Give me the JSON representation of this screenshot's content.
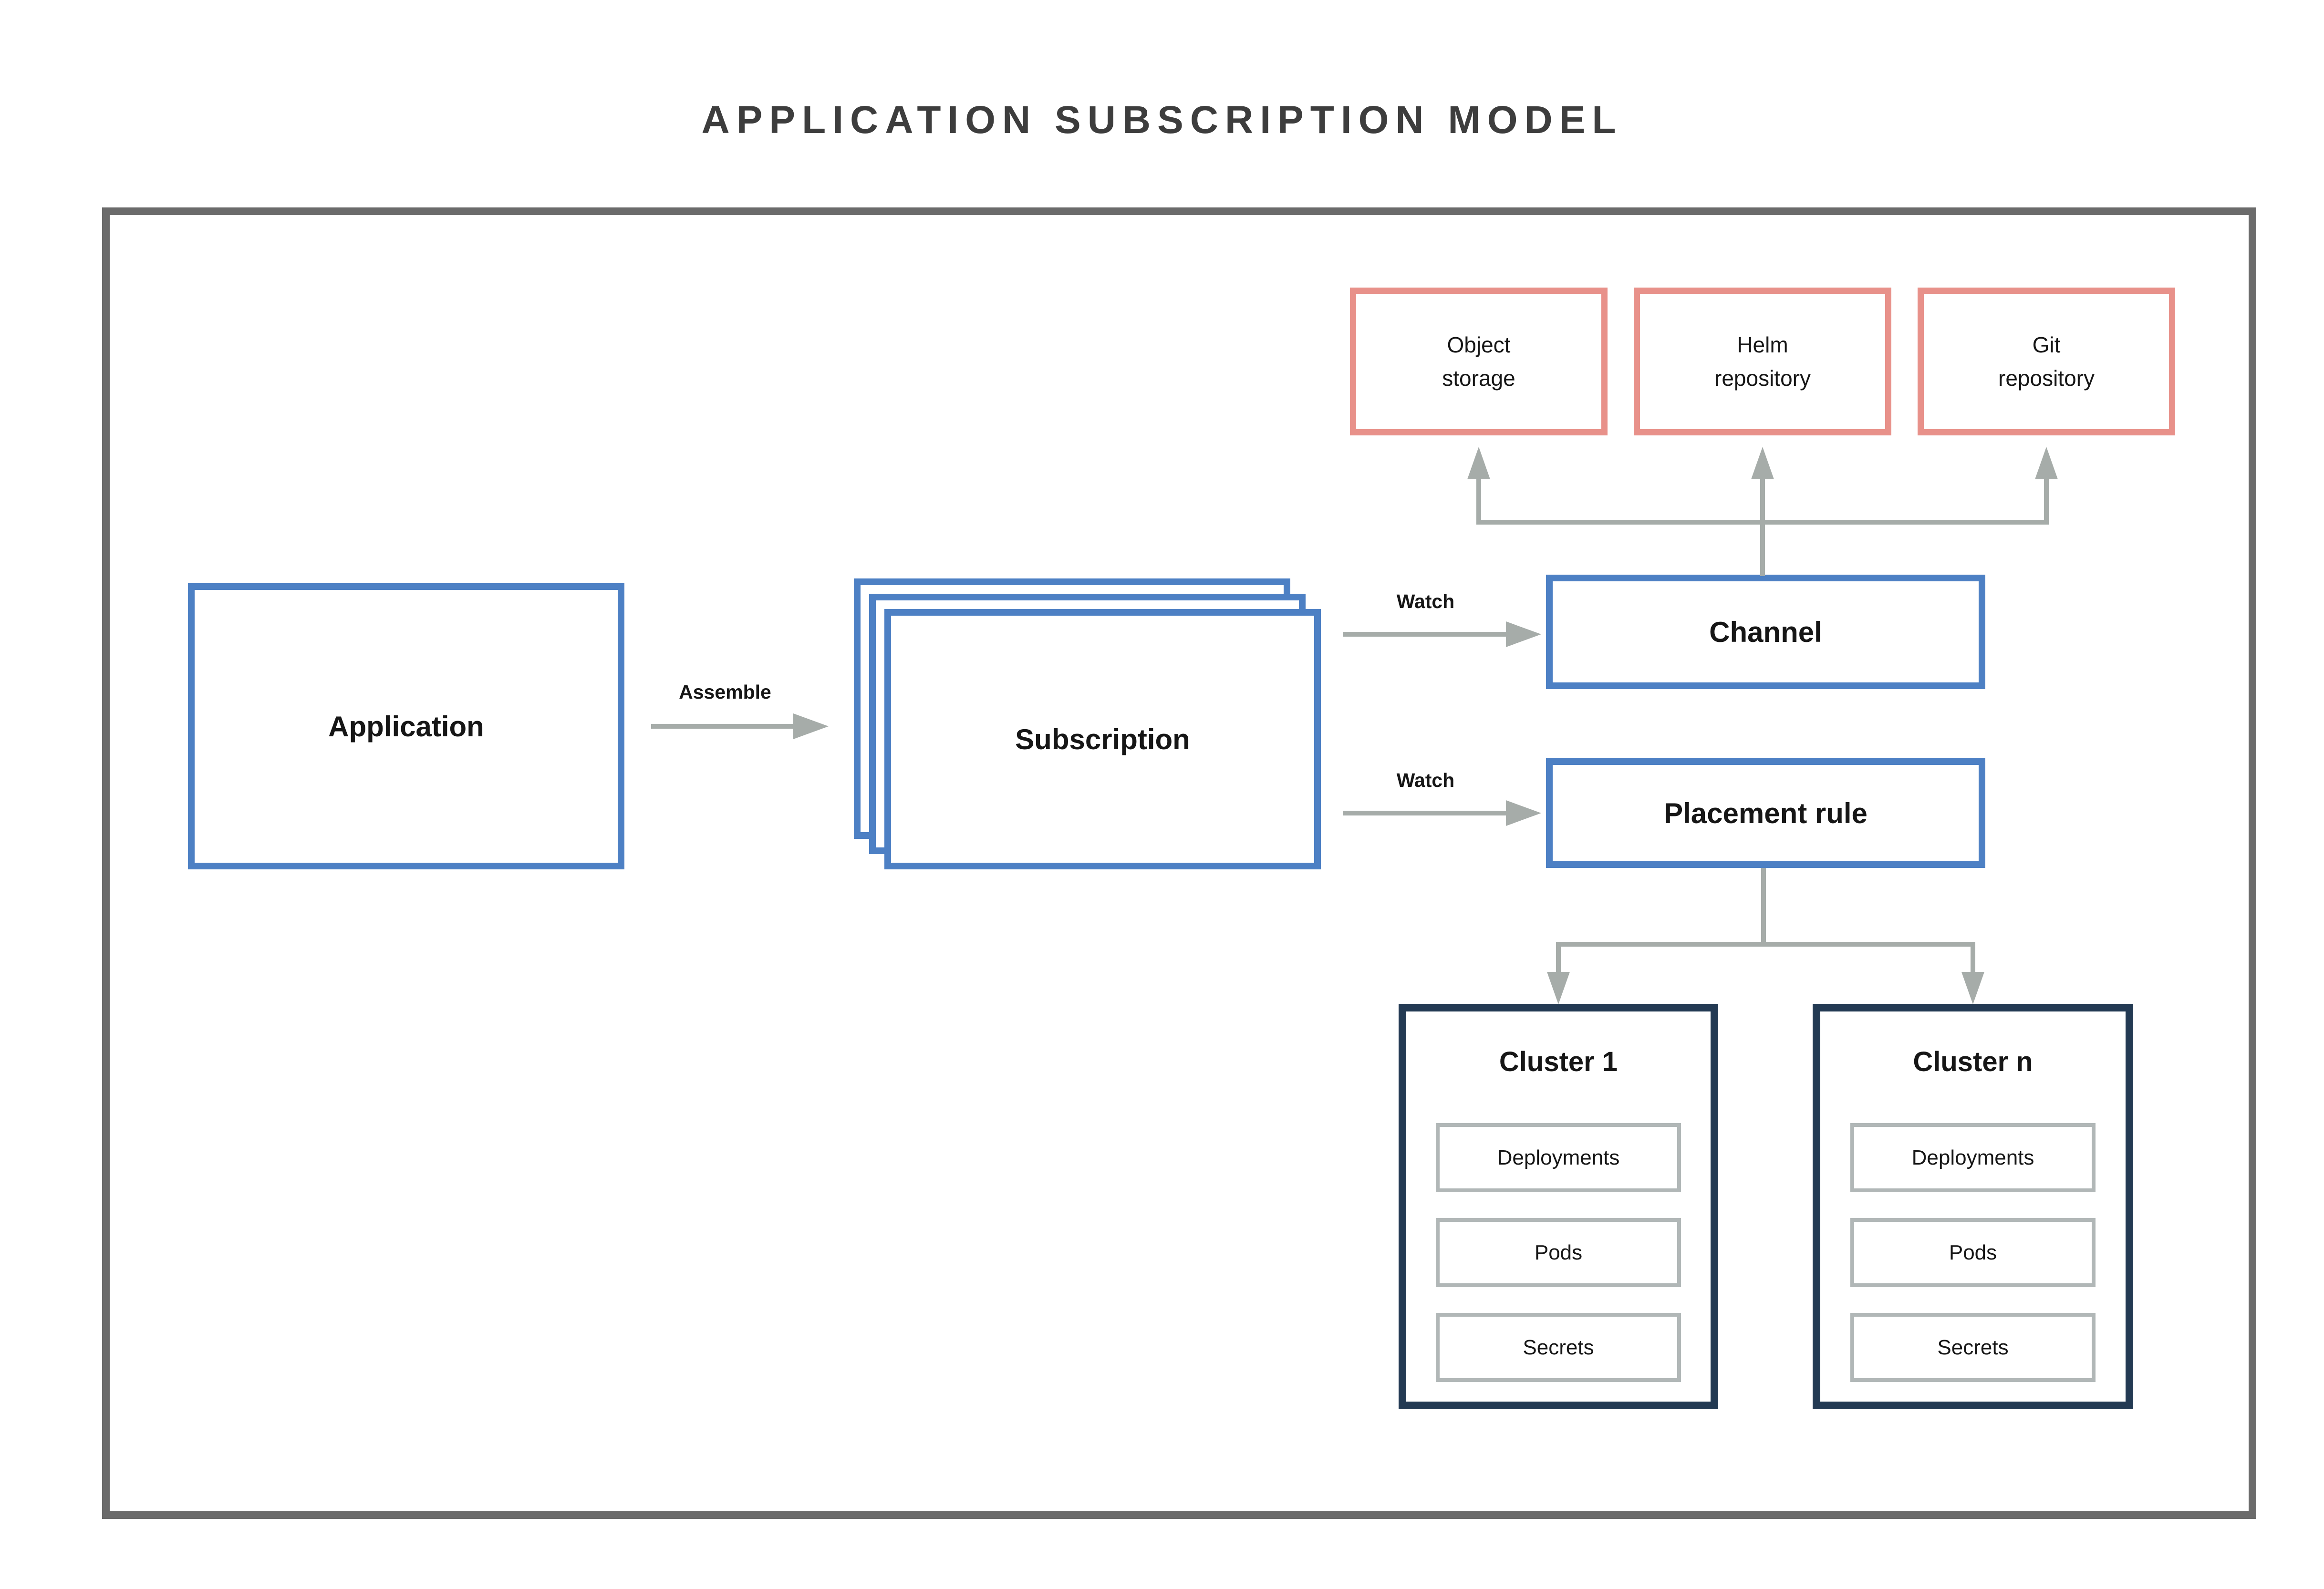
{
  "title": "APPLICATION SUBSCRIPTION MODEL",
  "colors": {
    "blue": "#4D80C4",
    "salmon": "#E8918A",
    "navy": "#233A53",
    "frame-gray": "#6B6B6B",
    "line-gray": "#A6ACA9",
    "item-gray": "#B1B7B7",
    "text-dark": "#161616",
    "title-gray": "#3D3D3D"
  },
  "nodes": {
    "application": {
      "label": "Application"
    },
    "subscription": {
      "label": "Subscription"
    },
    "channel": {
      "label": "Channel"
    },
    "placement_rule": {
      "label": "Placement rule"
    },
    "repos": [
      {
        "line1": "Object",
        "line2": "storage"
      },
      {
        "line1": "Helm",
        "line2": "repository"
      },
      {
        "line1": "Git",
        "line2": "repository"
      }
    ]
  },
  "edges": {
    "assemble": "Assemble",
    "watch_channel": "Watch",
    "watch_placement": "Watch"
  },
  "clusters": [
    {
      "title": "Cluster 1",
      "items": [
        "Deployments",
        "Pods",
        "Secrets"
      ]
    },
    {
      "title": "Cluster n",
      "items": [
        "Deployments",
        "Pods",
        "Secrets"
      ]
    }
  ]
}
